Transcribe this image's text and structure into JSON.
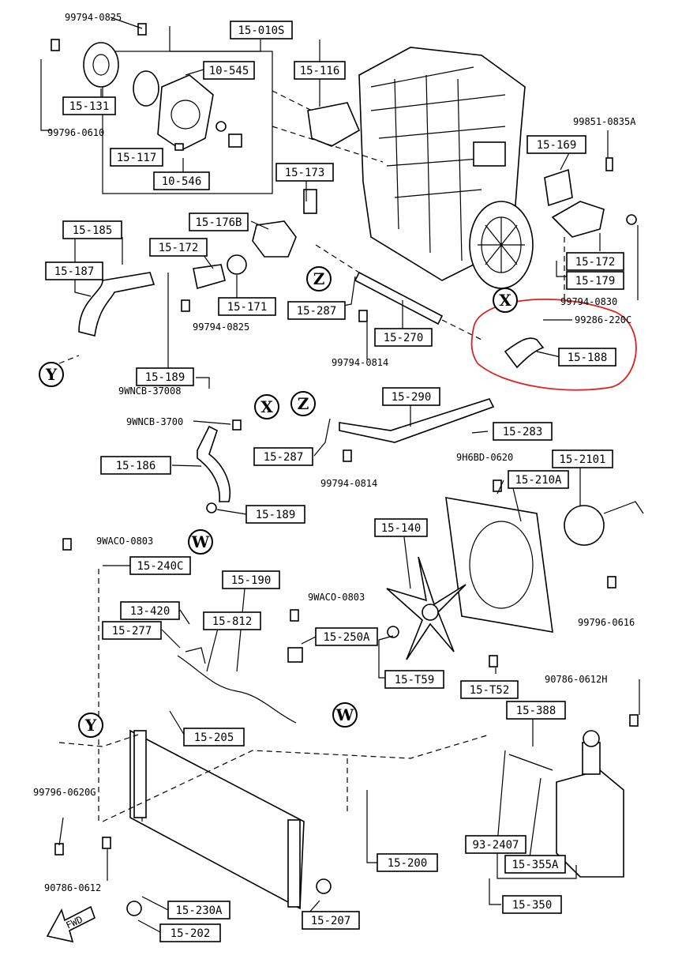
{
  "diagram": {
    "part_labels": {
      "p15_010s": "15-010S",
      "p10_545": "10-545",
      "p15_116": "15-116",
      "p15_131": "15-131",
      "p15_117": "15-117",
      "p10_546": "10-546",
      "p15_173": "15-173",
      "p15_169": "15-169",
      "p15_176b": "15-176B",
      "p15_185": "15-185",
      "p15_172a": "15-172",
      "p15_187": "15-187",
      "p15_171": "15-171",
      "p15_287a": "15-287",
      "p15_270": "15-270",
      "p15_172b": "15-172",
      "p15_179": "15-179",
      "p15_188": "15-188",
      "p15_189a": "15-189",
      "p15_290": "15-290",
      "p15_287b": "15-287",
      "p15_283": "15-283",
      "p15_2101": "15-2101",
      "p15_210a": "15-210A",
      "p15_186": "15-186",
      "p15_189b": "15-189",
      "p15_140": "15-140",
      "p15_240c": "15-240C",
      "p15_190": "15-190",
      "p13_420": "13-420",
      "p15_812": "15-812",
      "p15_277": "15-277",
      "p15_250a": "15-250A",
      "p15_759": "15-T59",
      "p15_752": "15-T52",
      "p15_388": "15-388",
      "p15_205": "15-205",
      "p93_2407": "93-2407",
      "p15_355a": "15-355A",
      "p15_200": "15-200",
      "p15_350": "15-350",
      "p15_230a": "15-230A",
      "p15_207": "15-207",
      "p15_202": "15-202"
    },
    "bolt_labels": {
      "b1": "99794-0825",
      "b2": "99796-0610",
      "b3": "99851-0835A",
      "b4": "99794-0825",
      "b5": "99794-0830",
      "b6": "99286-220C",
      "b7": "99794-0814",
      "b8": "9WNCB-37008",
      "b9": "9WNCB-3700",
      "b10": "99794-0814",
      "b11": "9H6BD-0620",
      "b12": "9WACO-0803",
      "b13": "9WACO-0803",
      "b14": "99796-0616",
      "b15": "90786-0612H",
      "b16": "99796-0620G",
      "b17": "90786-0612"
    },
    "connectors": {
      "x1": "X",
      "x2": "X",
      "y1": "Y",
      "y2": "Y",
      "z1": "Z",
      "z2": "Z",
      "w1": "W",
      "w2": "W"
    },
    "front_marker": "FWD",
    "highlight_color": "#e02020"
  }
}
